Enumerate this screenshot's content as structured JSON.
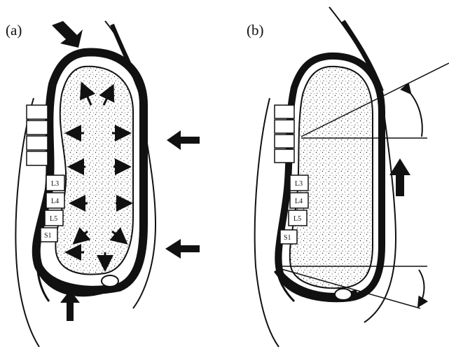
{
  "figure": {
    "panels": [
      {
        "label": "(a)",
        "vertebrae": [
          "L3",
          "L4",
          "L5",
          "S1"
        ]
      },
      {
        "label": "(b)",
        "vertebrae": [
          "L3",
          "L4",
          "L5",
          "S1"
        ]
      }
    ],
    "colors": {
      "ink": "#111111",
      "background": "#ffffff"
    }
  }
}
